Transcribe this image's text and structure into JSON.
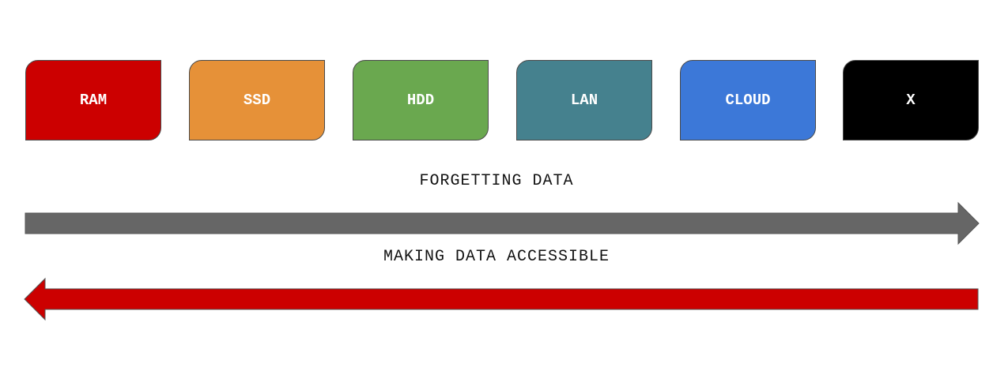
{
  "tiers": [
    {
      "label": "RAM",
      "color": "#cc0000"
    },
    {
      "label": "SSD",
      "color": "#e69138"
    },
    {
      "label": "HDD",
      "color": "#6aa84f"
    },
    {
      "label": "LAN",
      "color": "#45818e"
    },
    {
      "label": "CLOUD",
      "color": "#3c78d8"
    },
    {
      "label": "X",
      "color": "#000000"
    }
  ],
  "forward": {
    "label": "FORGETTING DATA",
    "color": "#666666"
  },
  "backward": {
    "label": "MAKING DATA ACCESSIBLE",
    "color": "#cc0000"
  }
}
